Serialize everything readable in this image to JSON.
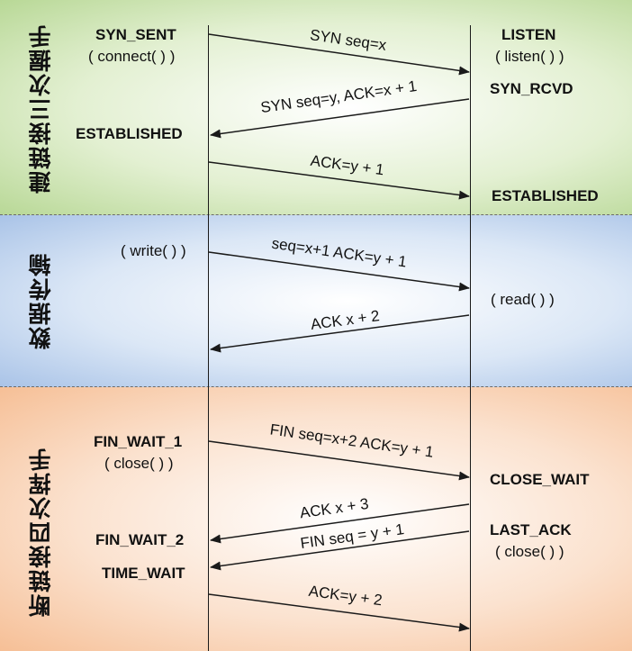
{
  "phases": [
    {
      "id": "handshake",
      "label": "建链接三次握手"
    },
    {
      "id": "transfer",
      "label": "数据传输"
    },
    {
      "id": "teardown",
      "label": "断链接四次挥手"
    }
  ],
  "client_states": {
    "syn_sent": "SYN_SENT",
    "connect_call": "( connect( ) )",
    "established": "ESTABLISHED",
    "write_call": "( write( ) )",
    "fin_wait_1": "FIN_WAIT_1",
    "close_call": "( close( ) )",
    "fin_wait_2": "FIN_WAIT_2",
    "time_wait": "TIME_WAIT"
  },
  "server_states": {
    "listen": "LISTEN",
    "listen_call": "( listen( ) )",
    "syn_rcvd": "SYN_RCVD",
    "established": "ESTABLISHED",
    "read_call": "( read( ) )",
    "close_wait": "CLOSE_WAIT",
    "last_ack": "LAST_ACK",
    "close_call": "( close( ) )"
  },
  "messages": [
    {
      "text": "SYN seq=x",
      "direction": "client-to-server"
    },
    {
      "text": "SYN seq=y, ACK=x + 1",
      "direction": "server-to-client"
    },
    {
      "text": "ACK=y + 1",
      "direction": "client-to-server"
    },
    {
      "text": "seq=x+1 ACK=y + 1",
      "direction": "client-to-server"
    },
    {
      "text": "ACK x + 2",
      "direction": "server-to-client"
    },
    {
      "text": "FIN seq=x+2 ACK=y + 1",
      "direction": "client-to-server"
    },
    {
      "text": "ACK x + 3",
      "direction": "server-to-client"
    },
    {
      "text": "FIN seq = y + 1",
      "direction": "server-to-client"
    },
    {
      "text": "ACK=y + 2",
      "direction": "client-to-server"
    }
  ],
  "colors": {
    "handshake_band": "#c8e2ab",
    "transfer_band": "#bcd1ee",
    "teardown_band": "#f8cba9",
    "line": "#1a1a1a"
  }
}
